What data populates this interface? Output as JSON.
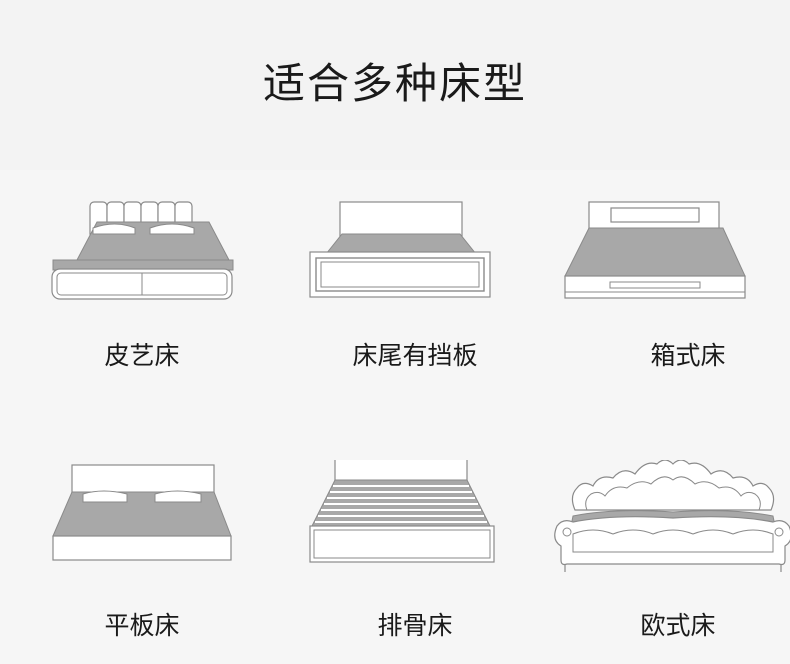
{
  "page": {
    "title": "适合多种床型"
  },
  "bed_types": [
    {
      "label": "皮艺床",
      "icon": "leather-bed-icon"
    },
    {
      "label": "床尾有挡板",
      "icon": "footboard-bed-icon"
    },
    {
      "label": "箱式床",
      "icon": "box-bed-icon"
    },
    {
      "label": "平板床",
      "icon": "platform-bed-icon"
    },
    {
      "label": "排骨床",
      "icon": "slat-bed-icon"
    },
    {
      "label": "欧式床",
      "icon": "european-bed-icon"
    }
  ],
  "colors": {
    "mattress": "#a8a8a8",
    "outline": "#8a8a8a",
    "frame_fill": "#ffffff",
    "text": "#1a1a1a"
  }
}
